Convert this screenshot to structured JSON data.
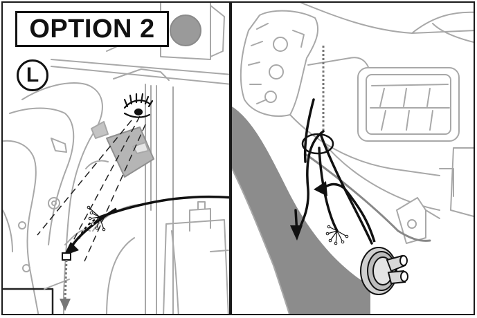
{
  "header": {
    "option_label": "OPTION 2"
  },
  "badge": {
    "side_label": "L"
  },
  "colors": {
    "ink": "#111111",
    "line_gray": "#a8a8a8",
    "fill_gray": "#8c8c8c",
    "light_gray": "#d0d0d0"
  },
  "icons": [
    "eye-icon",
    "routing-arrow",
    "connector-plug"
  ]
}
